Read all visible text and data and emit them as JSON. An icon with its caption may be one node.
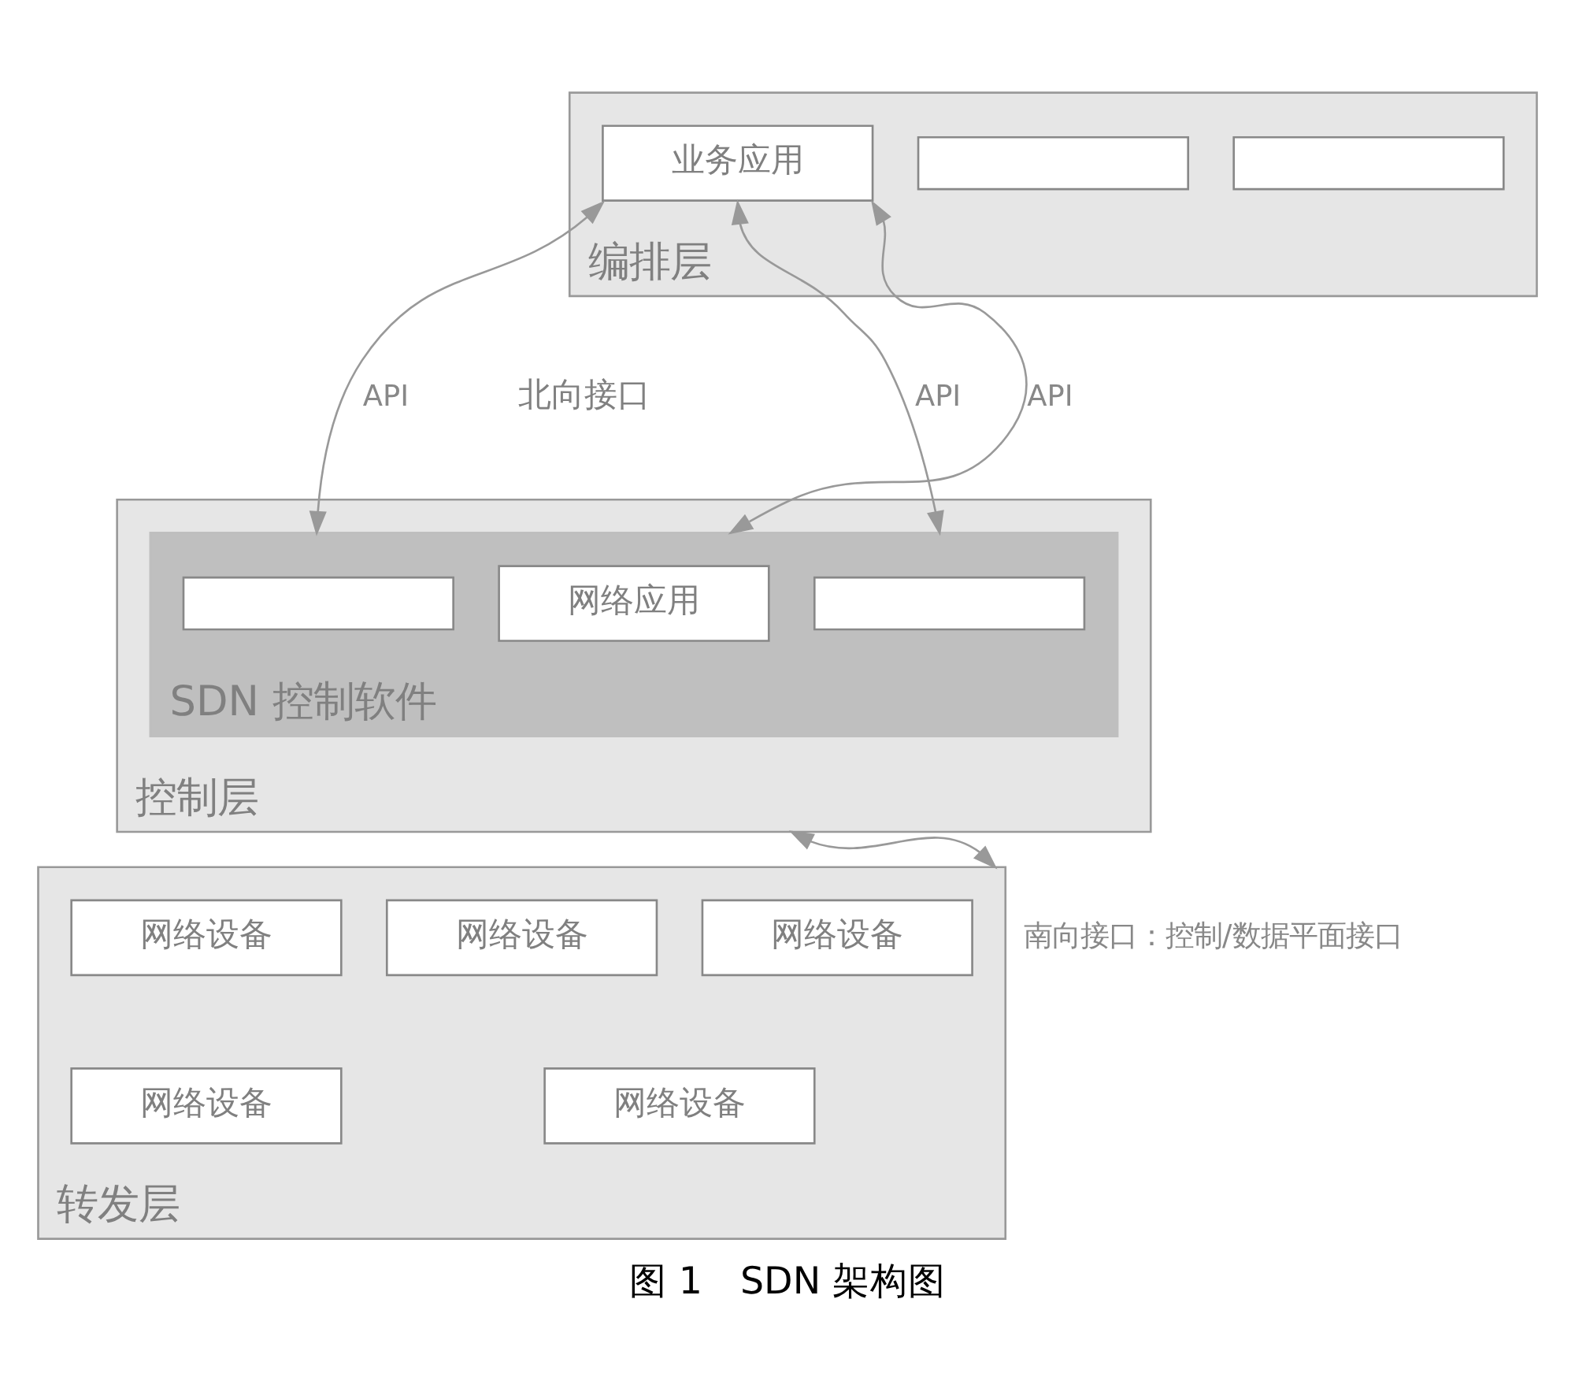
{
  "diagram": {
    "caption": "图 1　SDN 架构图",
    "nodes": [
      {
        "text": [
          "编排层"
        ]
      },
      {
        "text": [],
        "shape": "box",
        "in": 0
      },
      {
        "text": [],
        "shape": "box",
        "in": 0
      },
      {
        "text": [
          "业务应用"
        ],
        "in": 0
      },
      {
        "text": [
          "控制层"
        ]
      },
      {
        "text": [
          "SDN 控制软件"
        ],
        "in": 4
      },
      {
        "text": [],
        "shape": "box",
        "in": 5
      },
      {
        "text": [],
        "shape": "box",
        "in": 5
      },
      {
        "text": [
          "网络应用"
        ],
        "in": 5
      },
      {
        "text": [
          "转发层"
        ]
      },
      {
        "text": [
          "网络设备"
        ],
        "in": 9
      },
      {
        "text": [
          "网络设备"
        ],
        "in": 9
      },
      {
        "text": [
          "网络设备"
        ],
        "in": 9
      },
      {
        "text": [
          "网络设备"
        ],
        "in": 9
      },
      {
        "text": [
          "网络设备"
        ],
        "in": 9
      }
    ],
    "edges": [
      {
        "from": 3,
        "to": 5,
        "arrow": "both",
        "label": "API"
      },
      {
        "from": 3,
        "to": 5,
        "arrow": "both",
        "label": "API"
      },
      {
        "from": 3,
        "to": 5,
        "arrow": "both",
        "label": "API"
      },
      {
        "from": 4,
        "to": 9,
        "arrow": "both",
        "label": "南向接口：控制/数据平面接口"
      }
    ],
    "labels": [
      "北向接口"
    ]
  }
}
